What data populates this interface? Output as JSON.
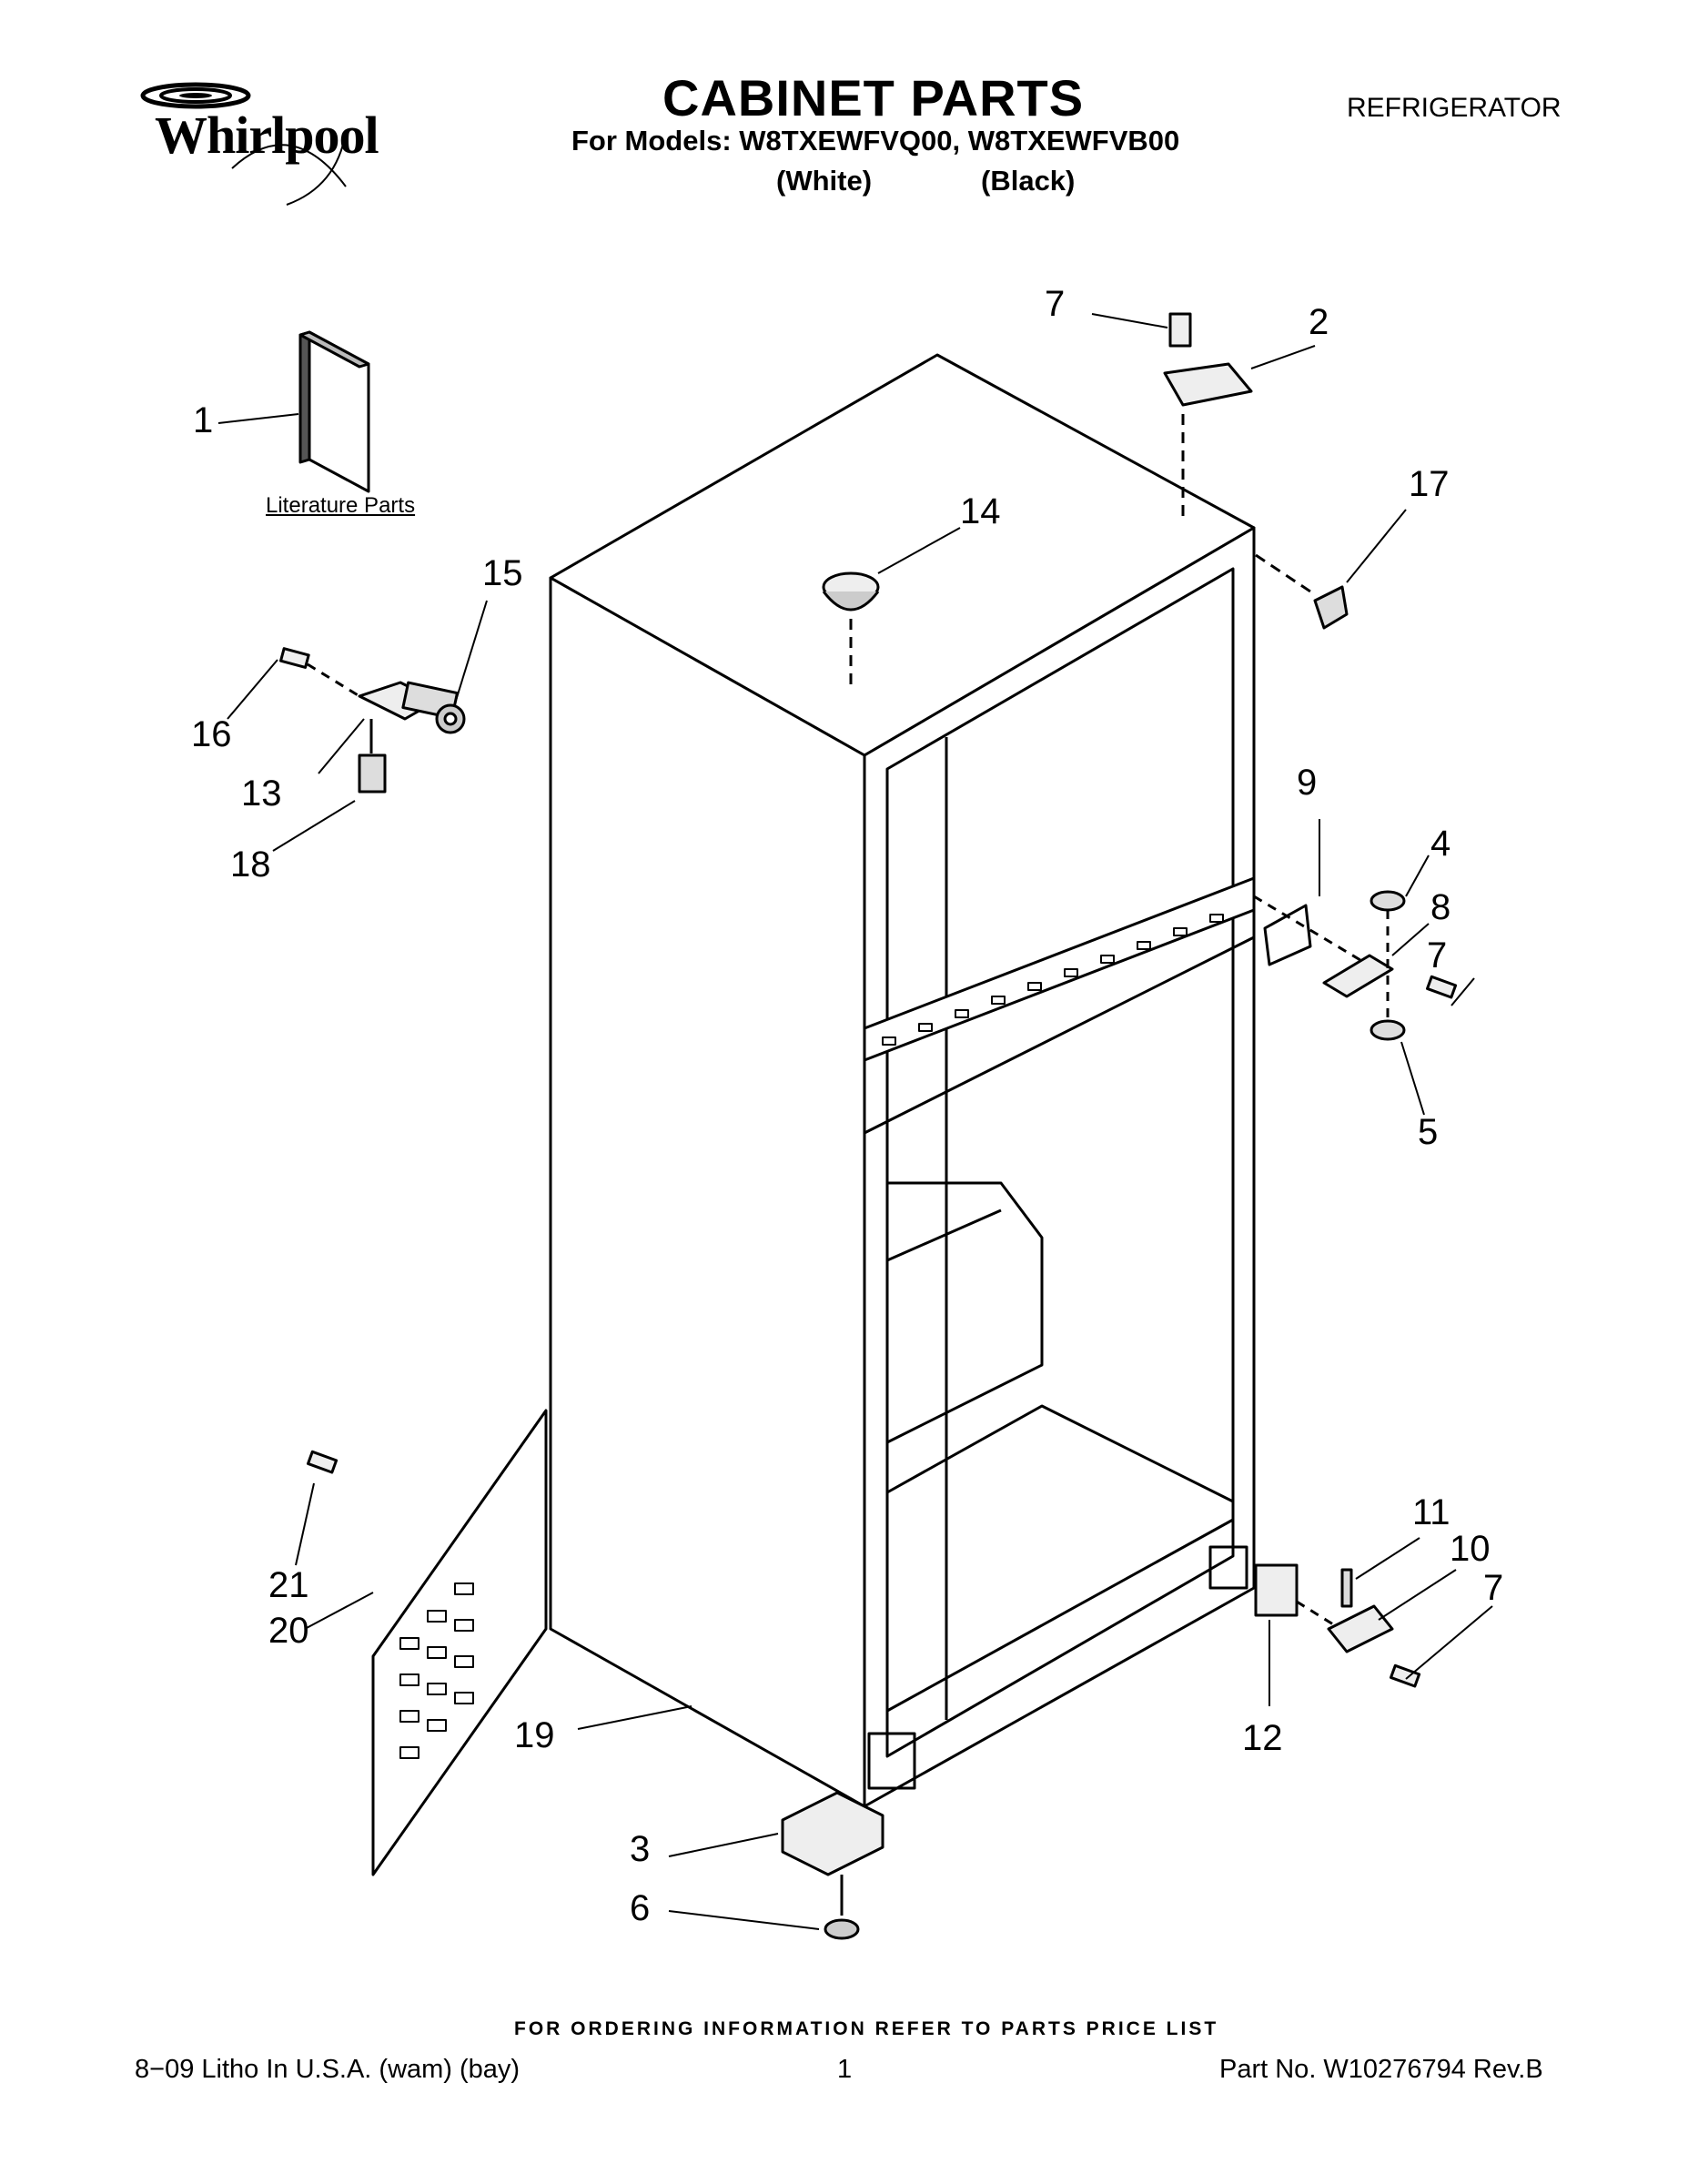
{
  "header": {
    "brand": "Whirlpool",
    "title": "CABINET PARTS",
    "models_line": "For Models: W8TXEWFVQ00, W8TXEWFVB00",
    "color_1": "(White)",
    "color_2": "(Black)",
    "category": "REFRIGERATOR"
  },
  "diagram": {
    "literature_label": "Literature Parts",
    "callouts": {
      "c1": "1",
      "c2": "2",
      "c3": "3",
      "c4": "4",
      "c5": "5",
      "c6": "6",
      "c7a": "7",
      "c7b": "7",
      "c7c": "7",
      "c8": "8",
      "c9": "9",
      "c10": "10",
      "c11": "11",
      "c12": "12",
      "c13": "13",
      "c14": "14",
      "c15": "15",
      "c16": "16",
      "c17": "17",
      "c18": "18",
      "c19": "19",
      "c20": "20",
      "c21": "21"
    }
  },
  "footer": {
    "ordering_note": "FOR ORDERING INFORMATION REFER TO PARTS PRICE LIST",
    "litho": "8−09 Litho In U.S.A. (wam) (bay)",
    "page": "1",
    "part_no": "Part No. W10276794 Rev.B"
  }
}
